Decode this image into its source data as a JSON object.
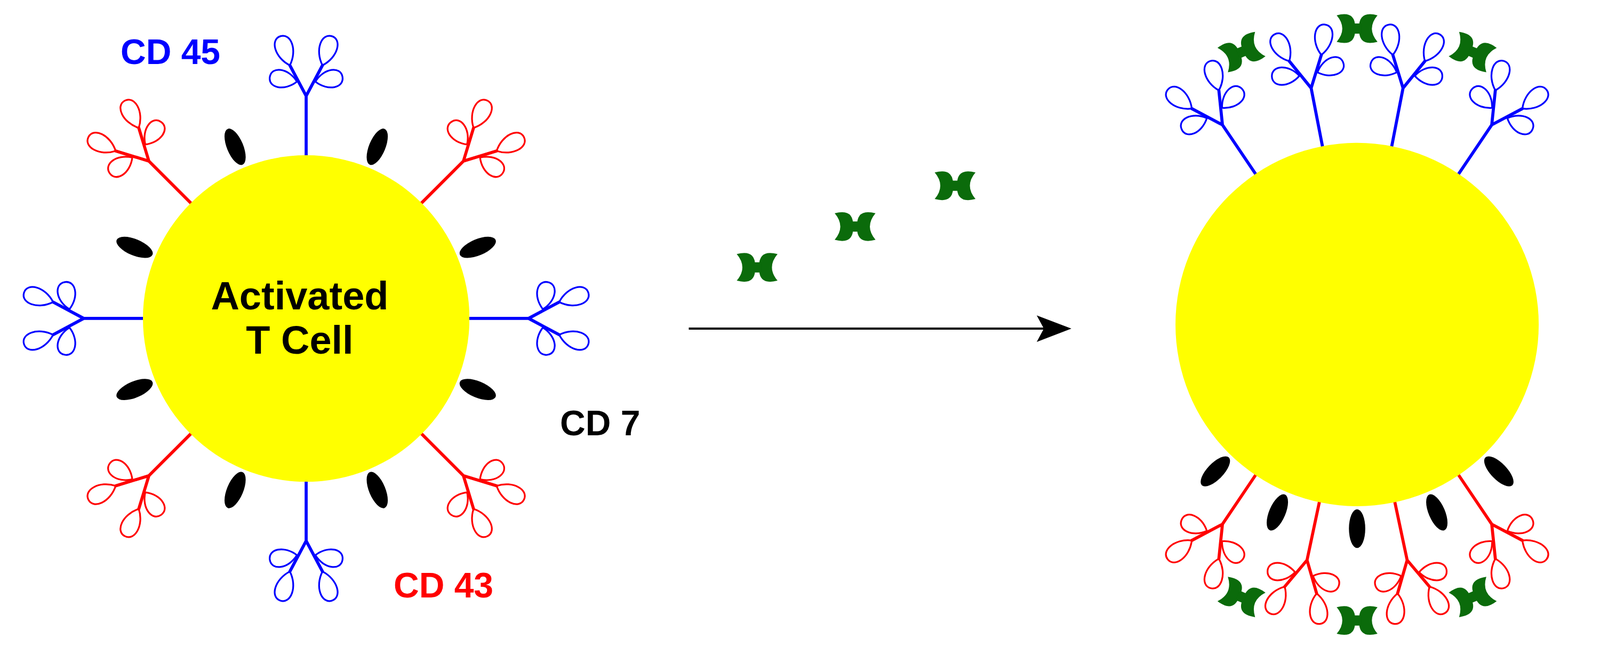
{
  "diagram": {
    "nodes": [
      {
        "text": [
          "Activated T Cell"
        ]
      }
    ],
    "labels": [
      "CD 45",
      "CD 7",
      "CD 43"
    ]
  }
}
